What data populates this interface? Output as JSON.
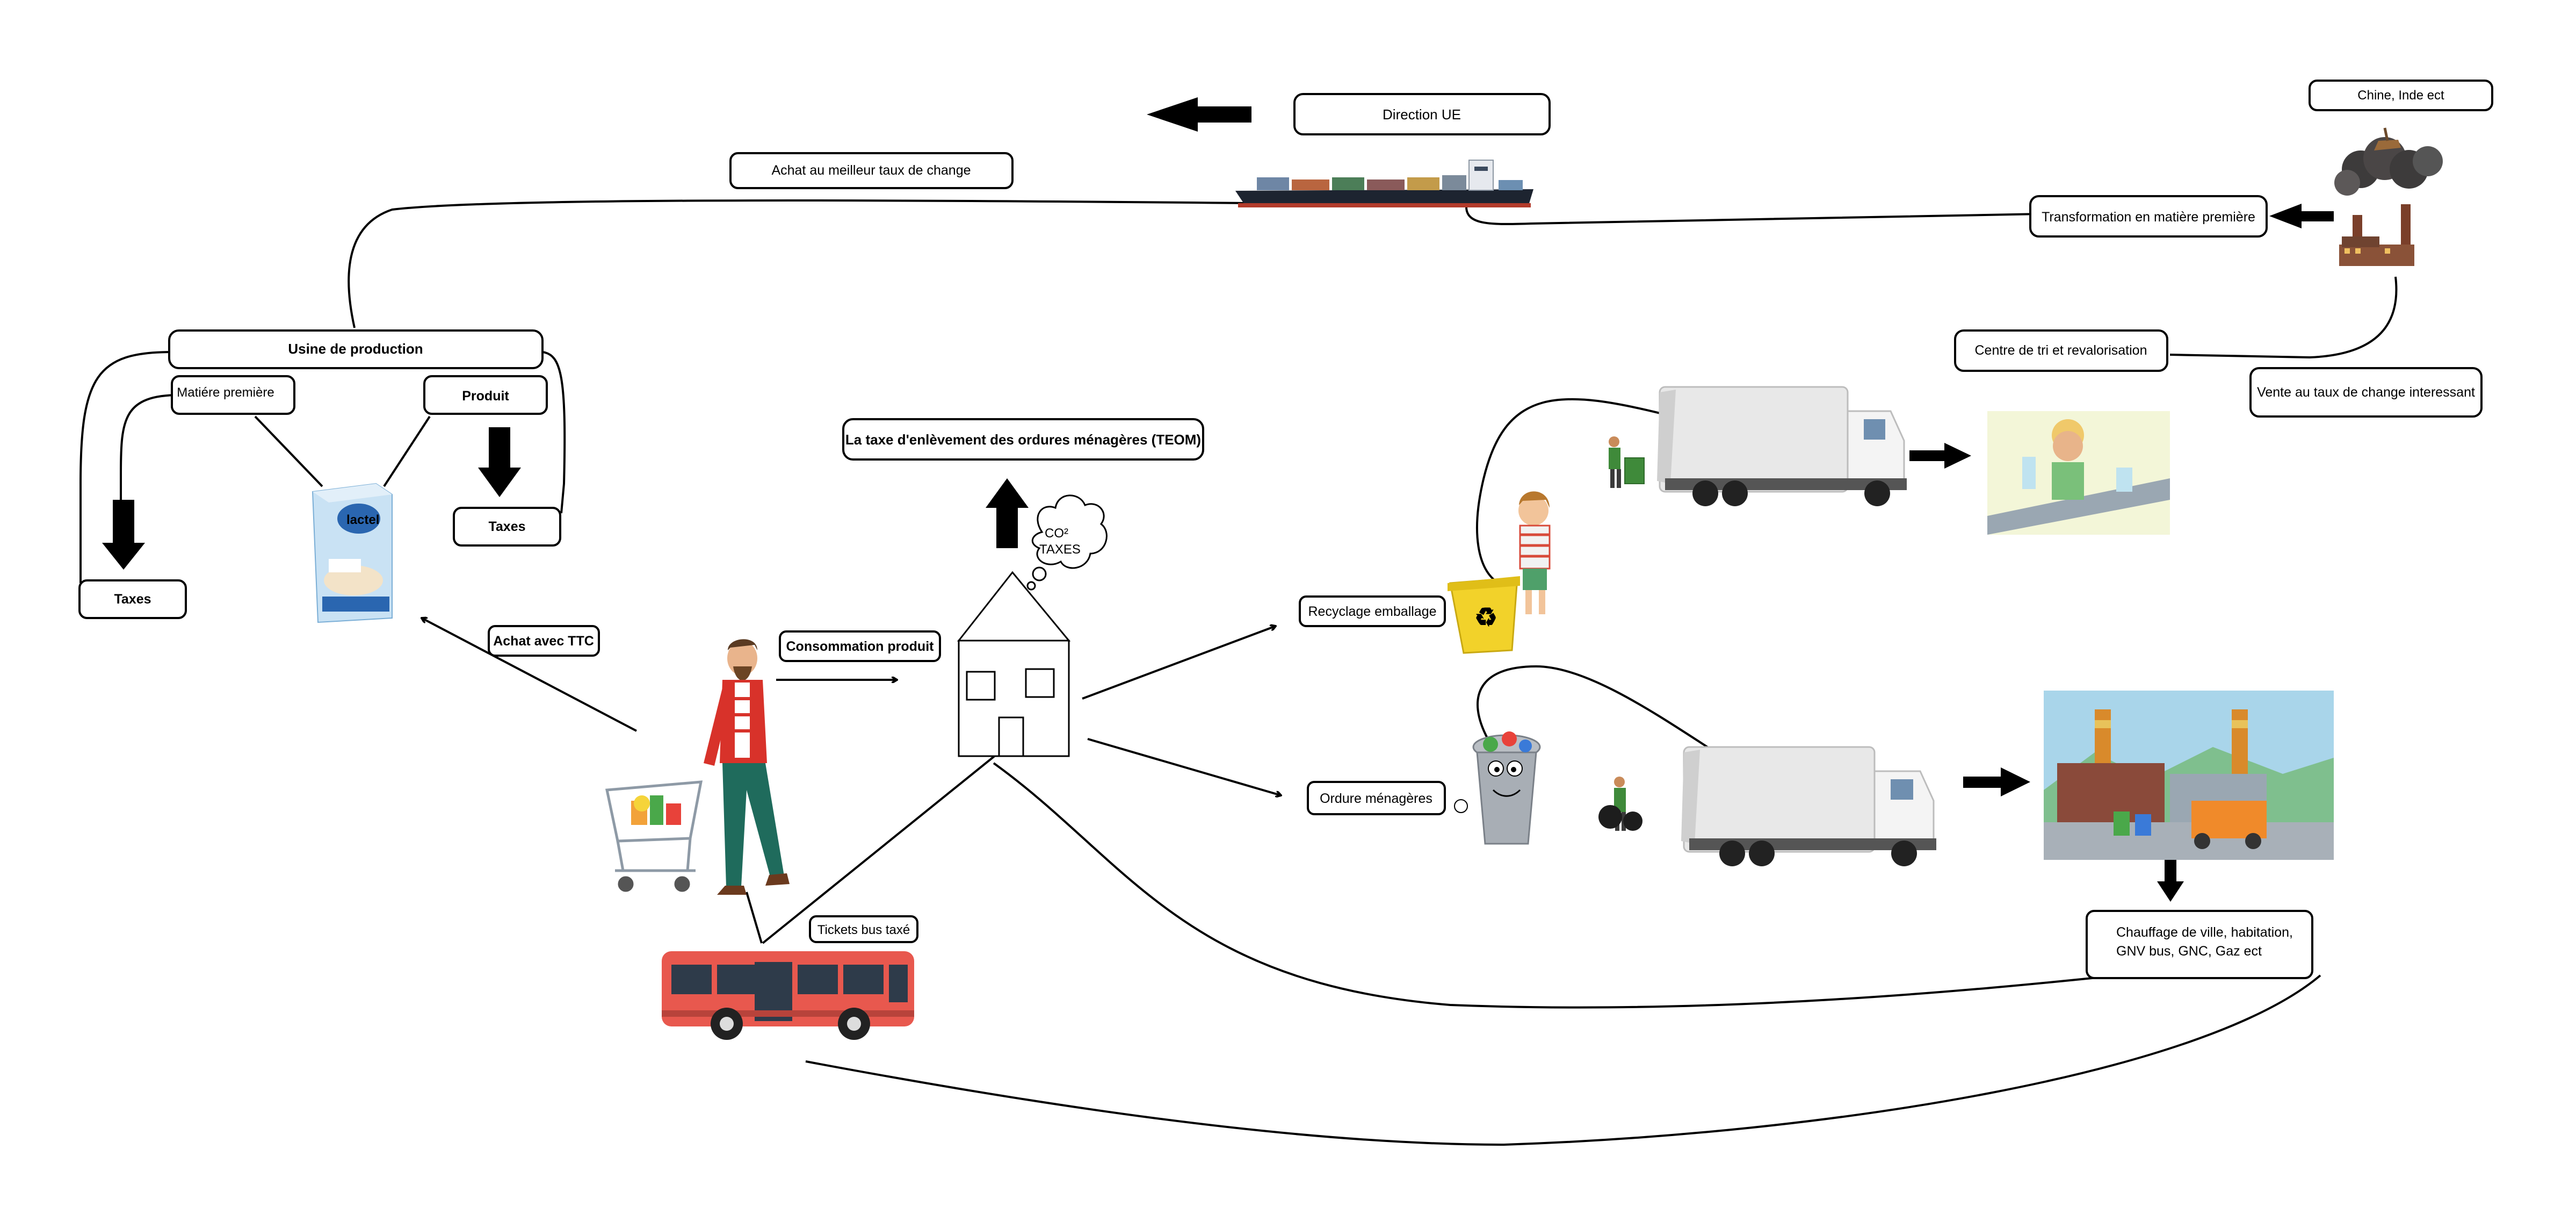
{
  "labels": {
    "direction_ue": "Direction UE",
    "chine_inde": "Chine, Inde ect",
    "achat_meilleur_taux": "Achat au meilleur taux de change",
    "transformation": "Transformation en matière première",
    "usine": "Usine de production",
    "matiere_premiere": "Matiére première",
    "produit": "Produit",
    "taxes_right": "Taxes",
    "taxes_left": "Taxes",
    "centre_tri": "Centre de tri et revalorisation",
    "vente_taux": "Vente au taux de change interessant",
    "teom": "La taxe d'enlèvement des ordures ménagères (TEOM)",
    "achat_ttc": "Achat avec TTC",
    "consommation": "Consommation produit",
    "recyclage": "Recyclage emballage",
    "ordure": "Ordure ménagères",
    "tickets_bus": "Tickets bus taxé",
    "chauffage_line1": "Chauffage de ville, habitation,",
    "chauffage_line2": "GNV bus, GNC, Gaz ect",
    "co2_line1": "CO²",
    "co2_line2": "TAXES"
  },
  "icons": [
    "container-ship-icon",
    "factory-smoke-icon",
    "milk-carton-icon",
    "house-icon",
    "shopper-man-icon",
    "shopping-cart-icon",
    "bus-icon",
    "garbage-truck-icon",
    "recycling-bin-icon",
    "child-icon",
    "worker-icon",
    "trash-can-icon",
    "waste-plant-icon",
    "recycling-worker-icon",
    "thought-cloud-icon"
  ],
  "colors": {
    "line": "#000000",
    "truck_body": "#e8e8e8",
    "bus_red": "#e8584e",
    "recycle_yellow": "#f2d22a",
    "sky_blue": "#a9d5ea",
    "chimney_orange": "#d98a2b"
  }
}
